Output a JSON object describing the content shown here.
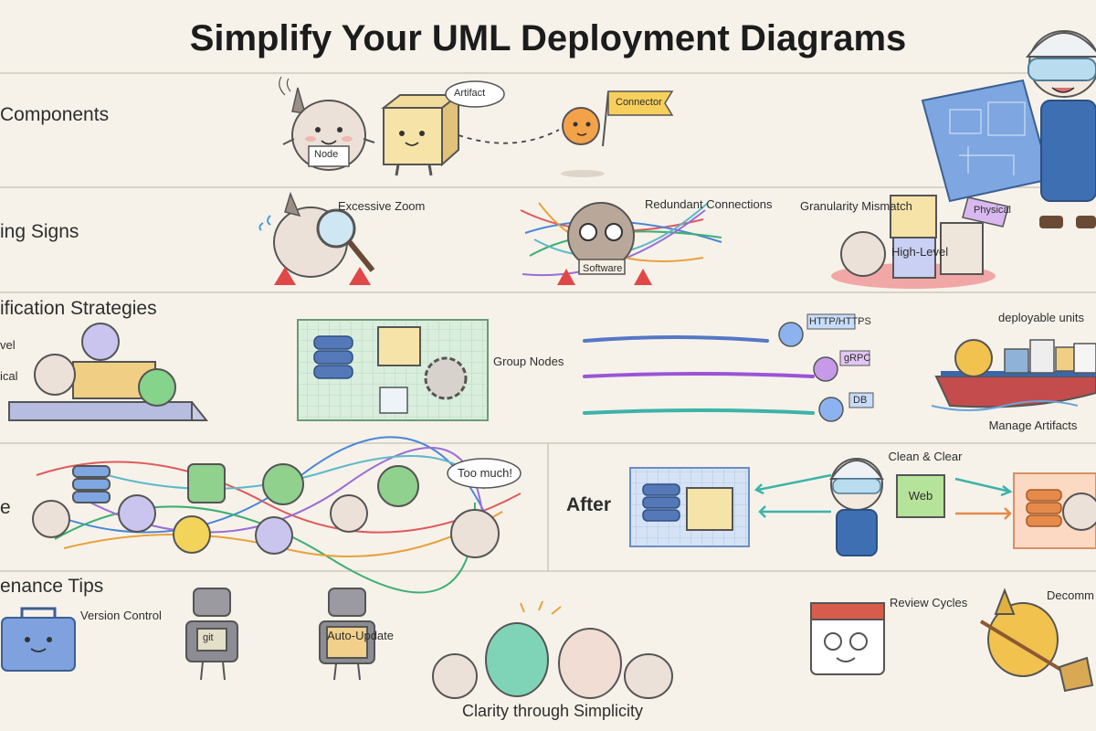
{
  "title": "Simplify Your UML Deployment Diagrams",
  "sections": {
    "components": "Components",
    "warning_signs": "ing Signs",
    "strategies": "ification Strategies",
    "before": "e",
    "after": "After",
    "maintenance": "enance Tips"
  },
  "components": {
    "node": "Node",
    "artifact": "Artifact",
    "connector": "Connector"
  },
  "warning": {
    "excessive_zoom": "Excessive Zoom",
    "redundant_connections": "Redundant Connections",
    "software": "Software",
    "granularity_mismatch": "Granularity Mismatch",
    "physical": "Physical",
    "high_level": "High-Level"
  },
  "strategies": {
    "level": "vel",
    "physical": "ical",
    "group_nodes": "Group Nodes",
    "http": "HTTP/HTTPS",
    "grpc": "gRPC",
    "db": "DB",
    "deployable_units": "deployable units",
    "manage_artifacts": "Manage Artifacts"
  },
  "before": {
    "too_much": "Too much!"
  },
  "after": {
    "clean_clear": "Clean & Clear",
    "web": "Web"
  },
  "maintenance": {
    "version_control": "Version Control",
    "git": "git",
    "auto_update": "Auto-Update",
    "review_cycles": "Review Cycles",
    "decommission": "Decomm No"
  },
  "footer": "Clarity through Simplicity"
}
